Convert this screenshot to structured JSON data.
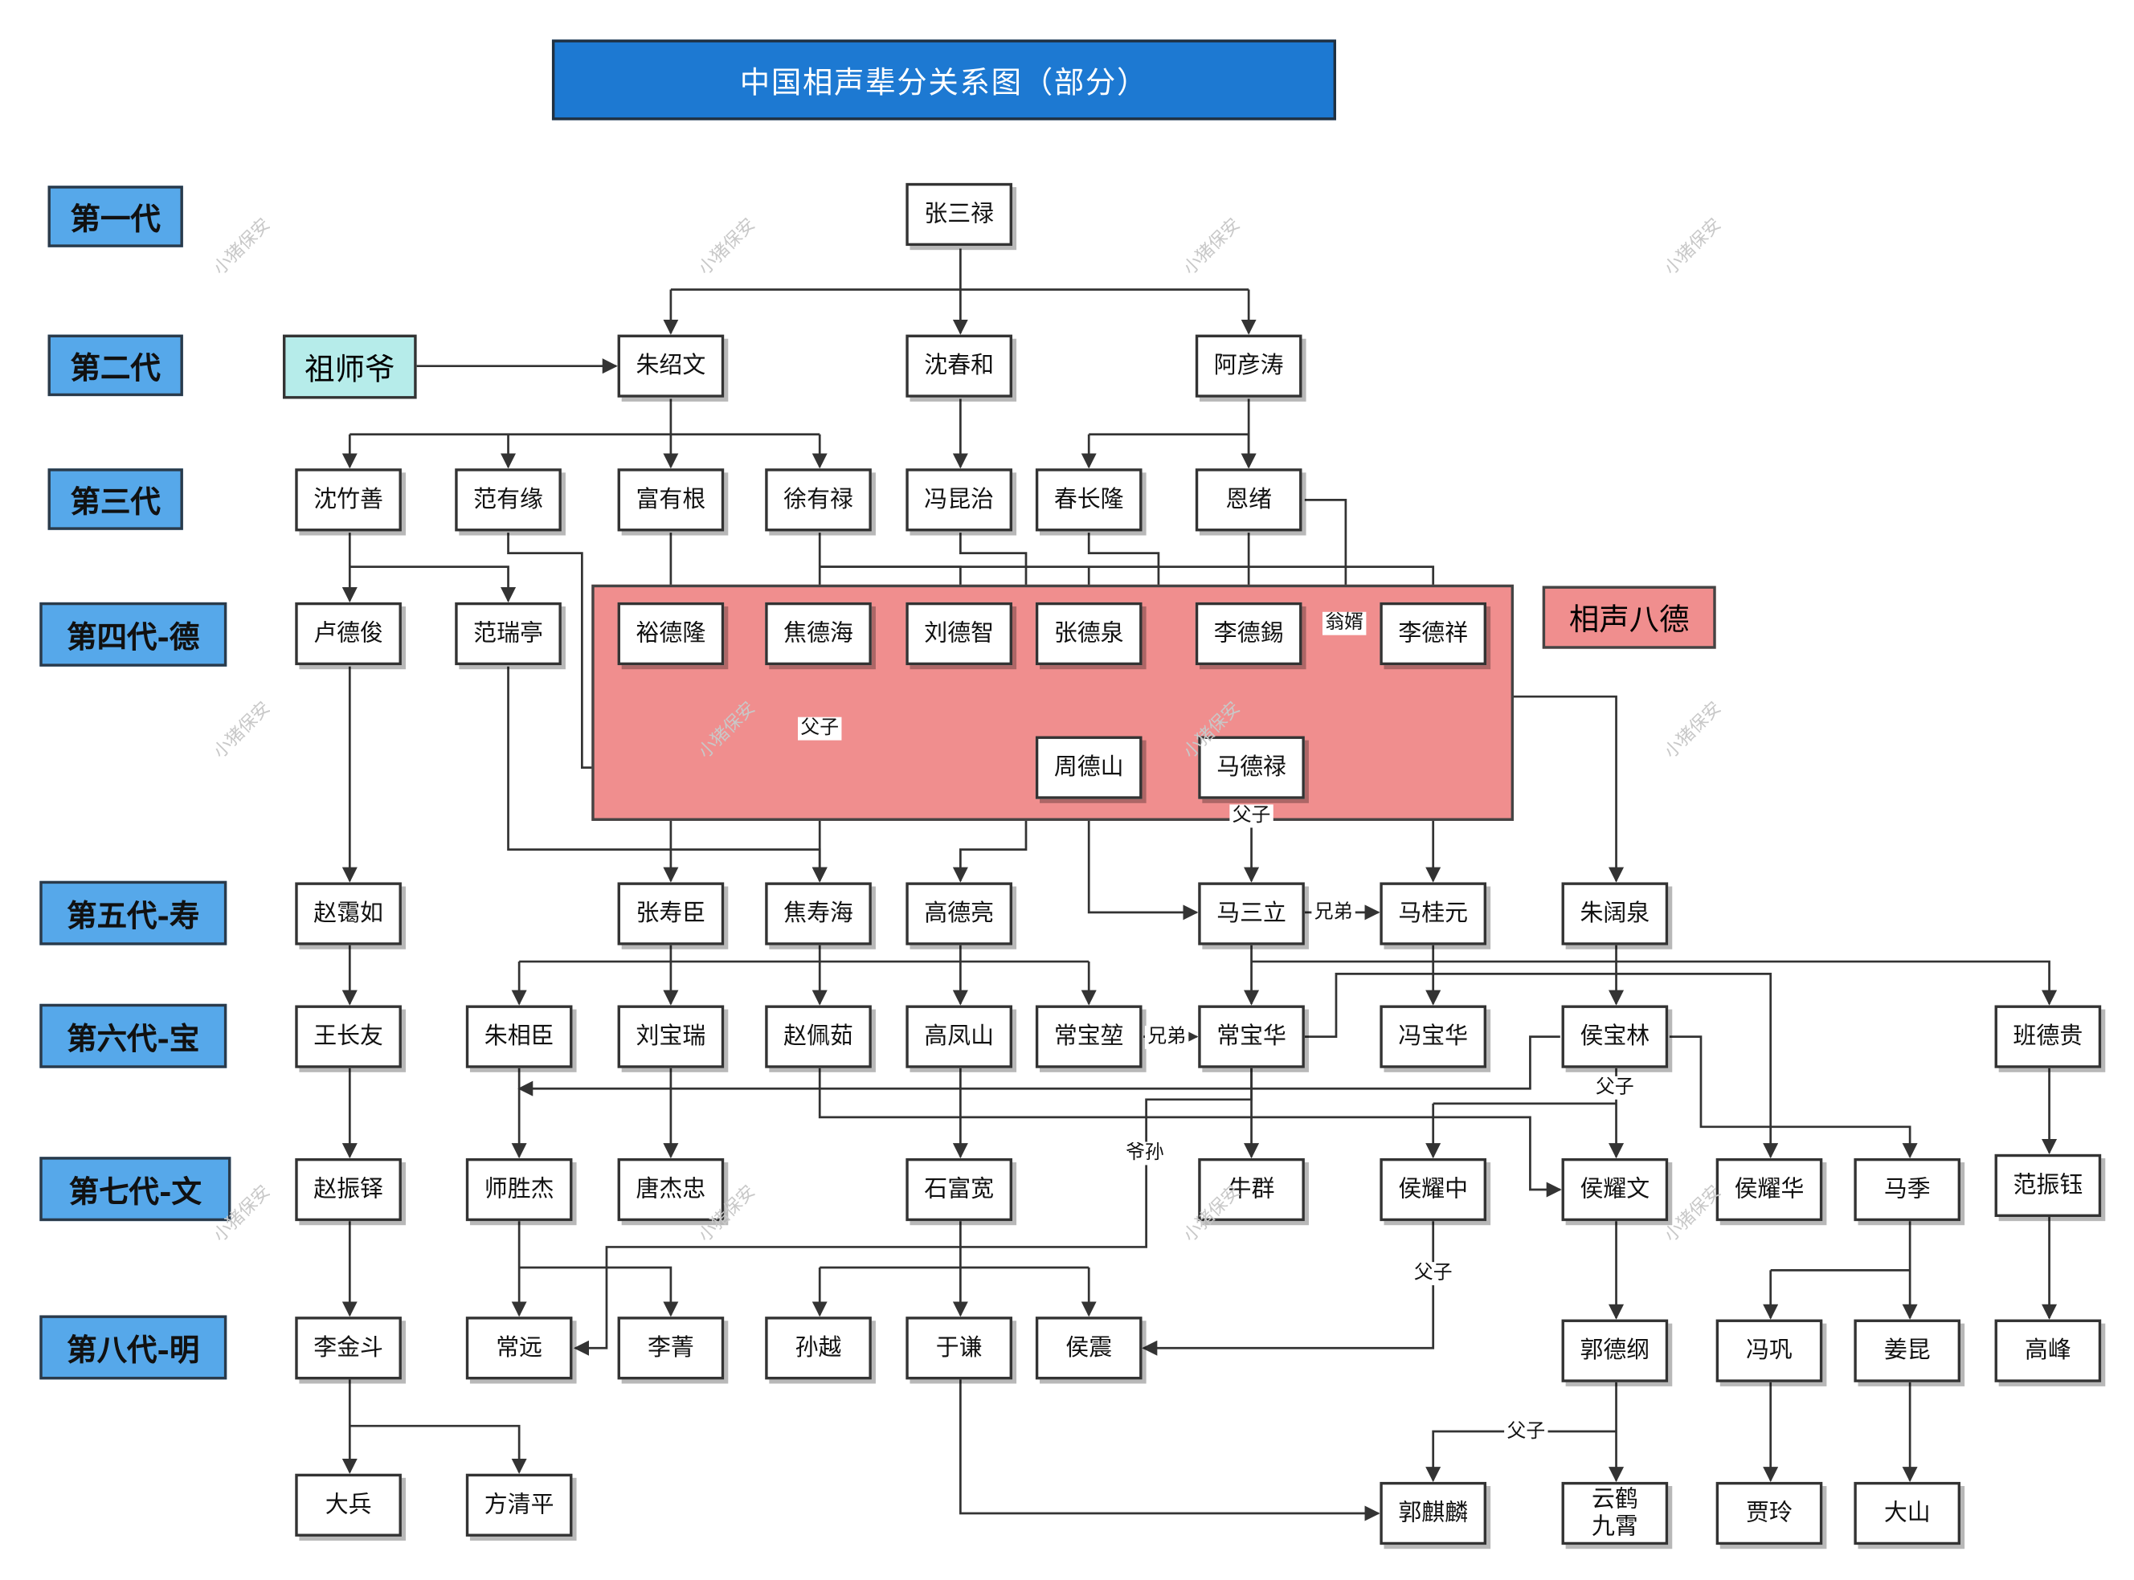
{
  "title": "中国相声辈分关系图（部分）",
  "generations": [
    "第一代",
    "第二代",
    "第三代",
    "第四代-德",
    "第五代-寿",
    "第六代-宝",
    "第七代-文",
    "第八代-明"
  ],
  "zushiye": "祖师爷",
  "bade_label": "相声八德",
  "watermark": "小猪保安",
  "people": {
    "zsl": "张三禄",
    "zsw": "朱绍文",
    "sch": "沈春和",
    "ayt": "阿彦涛",
    "szs": "沈竹善",
    "fyy": "范有缘",
    "fyg": "富有根",
    "xyl": "徐有禄",
    "fkz": "冯昆治",
    "cjl": "春长隆",
    "ex": "恩绪",
    "ldj": "卢德俊",
    "frt": "范瑞亭",
    "ydl": "裕德隆",
    "jdh": "焦德海",
    "ldz": "刘德智",
    "zdq": "张德泉",
    "ldx": "李德錫",
    "ldxi": "李德祥",
    "zds": "周德山",
    "mdl": "马德禄",
    "zxr": "赵霭如",
    "zsc": "张寿臣",
    "jsh": "焦寿海",
    "gdl": "高德亮",
    "msl": "马三立",
    "mgy": "马桂元",
    "zkq": "朱阔泉",
    "wcy": "王长友",
    "zxc": "朱相臣",
    "lbr": "刘宝瑞",
    "zpr": "赵佩茹",
    "gfs": "高凤山",
    "cbk": "常宝堃",
    "cbh": "常宝华",
    "fbh": "冯宝华",
    "hbl": "侯宝林",
    "bdg": "班德贵",
    "zzd": "赵振铎",
    "ssj": "师胜杰",
    "tjz": "唐杰忠",
    "sfk": "石富宽",
    "nq": "牛群",
    "hyz": "侯耀中",
    "hyw": "侯耀文",
    "hyh": "侯耀华",
    "mj": "马季",
    "fzy": "范振钰",
    "ljd": "李金斗",
    "cy": "常远",
    "lj": "李菁",
    "sy": "孙越",
    "yq": "于谦",
    "hz": "侯震",
    "gdg": "郭德纲",
    "fg": "冯巩",
    "jk": "姜昆",
    "gf": "高峰",
    "db": "大兵",
    "fqp": "方清平",
    "gql": "郭麒麟",
    "yhjx": "云鹤\n九霄",
    "jl": "贾玲",
    "ds": "大山"
  },
  "relations": {
    "wengxu": "翁婿",
    "fuzi": "父子",
    "xiongdi": "兄弟",
    "yesun": "爷孙"
  }
}
